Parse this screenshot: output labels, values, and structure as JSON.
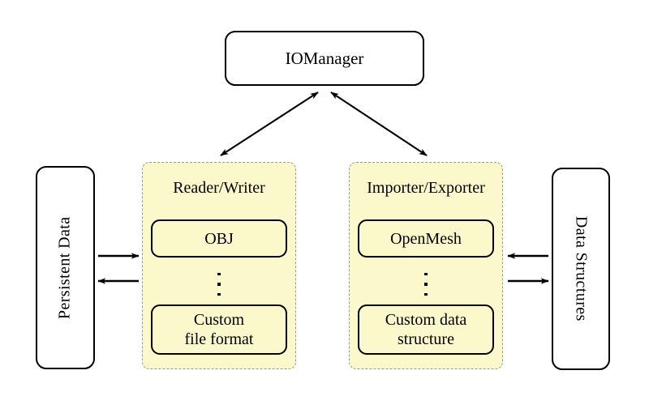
{
  "diagram": {
    "title_node": {
      "label": "IOManager"
    },
    "left_external": {
      "label": "Persistent Data"
    },
    "right_external": {
      "label": "Data Structures"
    },
    "groups": [
      {
        "name": "reader-writer",
        "title": "Reader/Writer",
        "top_item": "OBJ",
        "ellipsis": "⋮",
        "bottom_item_line1": "Custom",
        "bottom_item_line2": "file format"
      },
      {
        "name": "importer-exporter",
        "title": "Importer/Exporter",
        "top_item": "OpenMesh",
        "ellipsis": "⋮",
        "bottom_item_line1": "Custom data",
        "bottom_item_line2": "structure"
      }
    ],
    "connections": [
      {
        "name": "manager-to-reader-writer",
        "style": "double-headed-arrow"
      },
      {
        "name": "manager-to-importer-exporter",
        "style": "double-headed-arrow"
      },
      {
        "name": "persistent-data-to-reader-writer",
        "style": "arrow-right"
      },
      {
        "name": "reader-writer-to-persistent-data",
        "style": "arrow-left"
      },
      {
        "name": "data-structures-to-importer-exporter",
        "style": "arrow-left"
      },
      {
        "name": "importer-exporter-to-data-structures",
        "style": "arrow-right"
      }
    ],
    "colors": {
      "background": "#ffffff",
      "group_fill": "#fbf8cc",
      "group_border": "#9a9a8f",
      "node_border": "#000000",
      "text": "#000000"
    }
  }
}
